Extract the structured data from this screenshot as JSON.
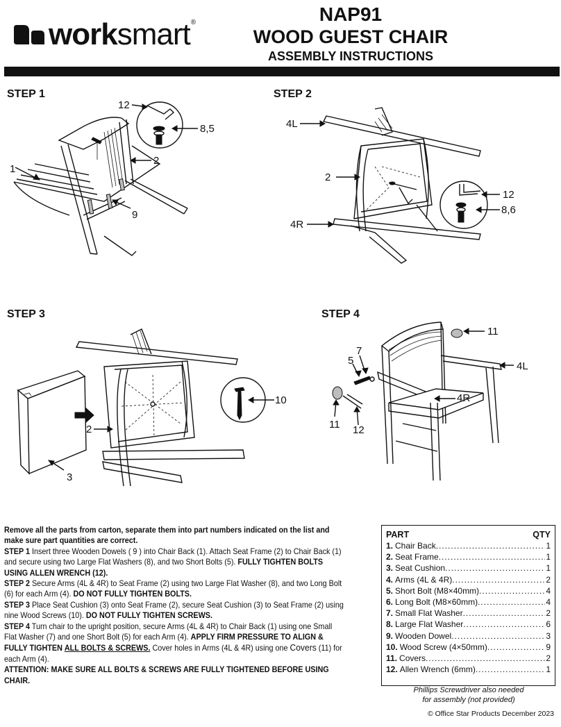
{
  "brand": {
    "logo_bold": "work",
    "logo_light": "smart",
    "logo_reg": "®"
  },
  "title": {
    "model": "NAP91",
    "name": "WOOD GUEST CHAIR",
    "subtitle": "ASSEMBLY INSTRUCTIONS"
  },
  "steps": [
    {
      "label": "STEP 1",
      "callouts": [
        "12",
        "8,5",
        "2",
        "1",
        "9"
      ]
    },
    {
      "label": "STEP 2",
      "callouts": [
        "4L",
        "2",
        "12",
        "8,6",
        "4R"
      ]
    },
    {
      "label": "STEP 3",
      "callouts": [
        "10",
        "2",
        "3"
      ]
    },
    {
      "label": "STEP 4",
      "callouts": [
        "11",
        "7",
        "5",
        "4L",
        "4R",
        "11",
        "12"
      ]
    }
  ],
  "instructions": {
    "intro": "Remove all the parts from carton, separate them into part numbers indicated on the list and make sure part quantities are correct.",
    "step1_label": "STEP 1",
    "step1_text": "Insert three Wooden Dowels ( 9 ) into Chair Back (1). Attach Seat Frame (2) to Chair Back (1) and secure using two Large Flat Washers (8), and two Short Bolts (5).",
    "step1_bold": "FULLY TIGHTEN BOLTS USING ALLEN WRENCH (12).",
    "step2_label": "STEP 2",
    "step2_text": "Secure Arms (4L & 4R) to Seat Frame (2) using two Large Flat Washer (8), and two Long Bolt (6) for each Arm (4).",
    "step2_bold": "DO NOT FULLY TIGHTEN BOLTS.",
    "step3_label": "STEP 3",
    "step3_text": "Place Seat Cushion (3) onto Seat Frame (2), secure Seat Cushion (3) to Seat Frame (2) using nine Wood Screws (10).",
    "step3_bold": "DO NOT FULLY TIGHTEN SCREWS.",
    "step4_label": "STEP 4",
    "step4_text": "Turn chair to the upright position, secure Arms (4L & 4R) to Chair Back (1) using one Small Flat Washer (7) and one Short  Bolt (5) for each Arm (4).",
    "step4_bold1": "APPLY FIRM PRESSURE TO ALIGN & FULLY TIGHTEN",
    "step4_bold2": "ALL BOLTS & SCREWS.",
    "step4_text2": "Cover holes in Arms (4L & 4R) using one",
    "step4_covers": "Covers",
    "step4_text3": "(11) for each Arm (4).",
    "attention": "ATTENTION: MAKE SURE ALL BOLTS & SCREWS ARE FULLY TIGHTENED BEFORE USING CHAIR."
  },
  "parts_table": {
    "header_part": "PART",
    "header_qty": "QTY",
    "rows": [
      {
        "num": "1.",
        "name": "Chair Back",
        "qty": "1"
      },
      {
        "num": "2.",
        "name": "Seat Frame",
        "qty": "1"
      },
      {
        "num": "3.",
        "name": "Seat Cushion",
        "qty": "1"
      },
      {
        "num": "4.",
        "name": "Arms (4L & 4R)",
        "qty": "2"
      },
      {
        "num": "5.",
        "name": "Short Bolt (M8×40mm)",
        "qty": "4"
      },
      {
        "num": "6.",
        "name": "Long Bolt (M8×60mm)",
        "qty": "4"
      },
      {
        "num": "7.",
        "name": "Small Flat Washer",
        "qty": "2"
      },
      {
        "num": "8.",
        "name": "Large Flat Washer",
        "qty": "6"
      },
      {
        "num": "9.",
        "name": "Wooden Dowel",
        "qty": "3"
      },
      {
        "num": "10.",
        "name": "Wood Screw (4×50mm)",
        "qty": "9"
      },
      {
        "num": "11.",
        "name": "Covers",
        "qty": "2"
      },
      {
        "num": "12.",
        "name": "Allen Wrench (6mm)",
        "qty": "1"
      }
    ]
  },
  "note": {
    "line1": "Phillips Screwdriver also needed",
    "line2": "for assembly (not provided)"
  },
  "copyright": "© Office Star Products December 2023"
}
